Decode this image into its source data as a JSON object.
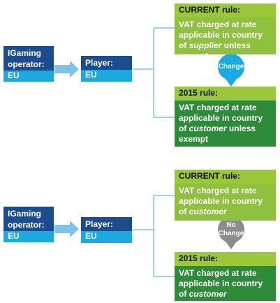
{
  "diagrams": [
    {
      "operator_label": "IGaming operator:",
      "operator_value": "EU",
      "player_label": "Player:",
      "player_value": "EU",
      "current_header": "CURRENT rule:",
      "current_text_before": "VAT charged at rate applicable in country of ",
      "current_text_italic": "supplier",
      "current_text_after": " unless exempt",
      "badge_label": "Change",
      "new_header": "2015 rule:",
      "new_text_before": "VAT charged at rate applicable in country of ",
      "new_text_italic": "customer",
      "new_text_after": " unless exempt"
    },
    {
      "operator_label": "IGaming operator:",
      "operator_value": "EU",
      "player_label": "Player:",
      "player_value": "EU",
      "current_header": "CURRENT rule:",
      "current_text_before": "VAT charged at rate applicable in country of ",
      "current_text_italic": "customer",
      "current_text_after": "",
      "badge_label": "No Change",
      "new_header": "2015 rule:",
      "new_text_before": "VAT charged at rate applicable in country of ",
      "new_text_italic": "customer",
      "new_text_after": ""
    }
  ],
  "colors": {
    "operator_dark": "#1b4d8e",
    "operator_light": "#1ba9e1",
    "rule_header": "#9bc83a",
    "rule_light": "#8fc13e",
    "rule_dark": "#2e8b3a",
    "badge_change": "#1ba9e1",
    "badge_no_change": "#8c8c8c",
    "connector": "#7fc4e8"
  }
}
